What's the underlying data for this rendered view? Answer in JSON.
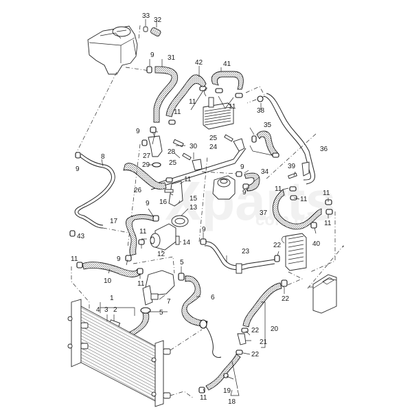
{
  "diagram": {
    "title": "Coolant system exploded parts diagram",
    "watermark": {
      "logo": "Xparts",
      "domain": "com.ua"
    },
    "callouts": [
      {
        "id": "c33",
        "text": "33"
      },
      {
        "id": "c32",
        "text": "32"
      },
      {
        "id": "c9a",
        "text": "9"
      },
      {
        "id": "c31",
        "text": "31"
      },
      {
        "id": "c42",
        "text": "42"
      },
      {
        "id": "c41",
        "text": "41"
      },
      {
        "id": "c11a",
        "text": "11"
      },
      {
        "id": "c11b",
        "text": "11"
      },
      {
        "id": "c38",
        "text": "38"
      },
      {
        "id": "c11c",
        "text": "11"
      },
      {
        "id": "c9b",
        "text": "9"
      },
      {
        "id": "c35",
        "text": "35"
      },
      {
        "id": "c25a",
        "text": "25"
      },
      {
        "id": "c30",
        "text": "30"
      },
      {
        "id": "c27",
        "text": "27"
      },
      {
        "id": "c28",
        "text": "28"
      },
      {
        "id": "c24",
        "text": "24"
      },
      {
        "id": "c36",
        "text": "36"
      },
      {
        "id": "c8",
        "text": "8"
      },
      {
        "id": "c29",
        "text": "29"
      },
      {
        "id": "c25b",
        "text": "25"
      },
      {
        "id": "c9c",
        "text": "9"
      },
      {
        "id": "c34",
        "text": "34"
      },
      {
        "id": "c39",
        "text": "39"
      },
      {
        "id": "c9d",
        "text": "9"
      },
      {
        "id": "c26",
        "text": "26"
      },
      {
        "id": "c11d",
        "text": "11"
      },
      {
        "id": "c9e",
        "text": "9"
      },
      {
        "id": "c11e",
        "text": "11"
      },
      {
        "id": "c11f",
        "text": "11"
      },
      {
        "id": "c11g",
        "text": "11"
      },
      {
        "id": "c16",
        "text": "16"
      },
      {
        "id": "c15",
        "text": "15"
      },
      {
        "id": "c9f",
        "text": "9"
      },
      {
        "id": "c13",
        "text": "13"
      },
      {
        "id": "c37",
        "text": "37"
      },
      {
        "id": "c11h",
        "text": "11"
      },
      {
        "id": "c17",
        "text": "17"
      },
      {
        "id": "c43",
        "text": "43"
      },
      {
        "id": "c11i",
        "text": "11"
      },
      {
        "id": "c9g",
        "text": "9"
      },
      {
        "id": "c40",
        "text": "40"
      },
      {
        "id": "c14",
        "text": "14"
      },
      {
        "id": "c12",
        "text": "12"
      },
      {
        "id": "c22a",
        "text": "22"
      },
      {
        "id": "c23",
        "text": "23"
      },
      {
        "id": "c11j",
        "text": "11"
      },
      {
        "id": "c9h",
        "text": "9"
      },
      {
        "id": "c5a",
        "text": "5"
      },
      {
        "id": "c10",
        "text": "10"
      },
      {
        "id": "c11k",
        "text": "11"
      },
      {
        "id": "c6",
        "text": "6"
      },
      {
        "id": "c22b",
        "text": "22"
      },
      {
        "id": "c1",
        "text": "1"
      },
      {
        "id": "c7",
        "text": "7"
      },
      {
        "id": "c4",
        "text": "4"
      },
      {
        "id": "c3",
        "text": "3"
      },
      {
        "id": "c2",
        "text": "2"
      },
      {
        "id": "c5b",
        "text": "5"
      },
      {
        "id": "c20",
        "text": "20"
      },
      {
        "id": "c22c",
        "text": "22"
      },
      {
        "id": "c21",
        "text": "21"
      },
      {
        "id": "c22d",
        "text": "22"
      },
      {
        "id": "c19",
        "text": "19"
      },
      {
        "id": "c11l",
        "text": "11"
      },
      {
        "id": "c18",
        "text": "18"
      }
    ]
  }
}
